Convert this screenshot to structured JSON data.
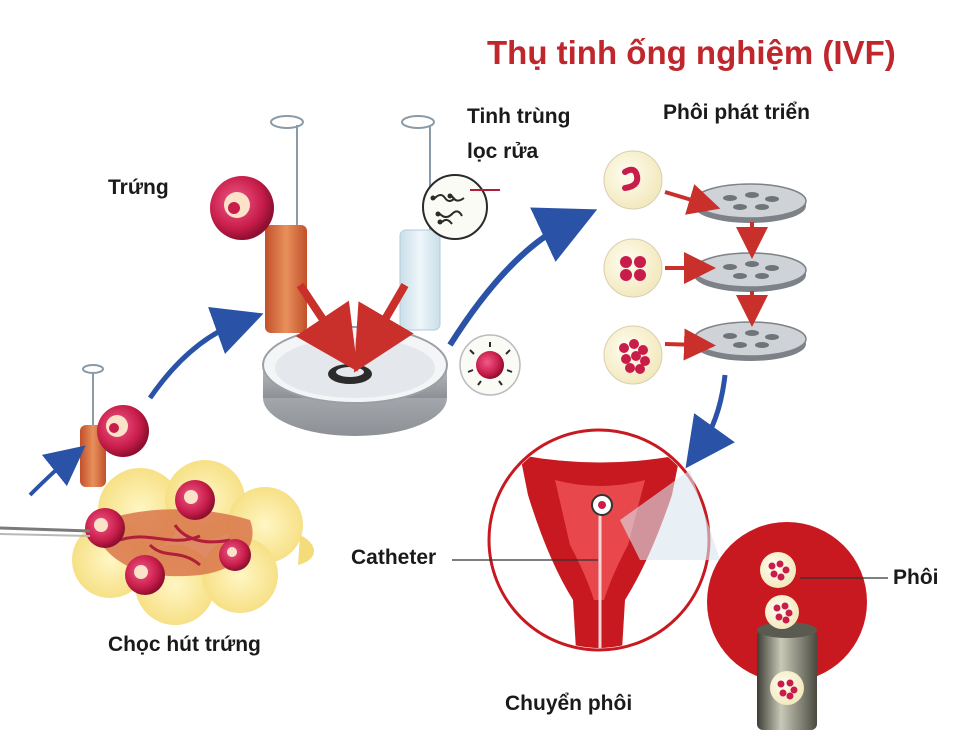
{
  "title": "Thụ tinh ống nghiệm (IVF)",
  "labels": {
    "egg": "Trứng",
    "sperm_line1": "Tinh trùng",
    "sperm_line2": "lọc rửa",
    "embryo_growth": "Phôi phát triển",
    "catheter": "Catheter",
    "embryo": "Phôi",
    "egg_retrieval": "Chọc hút trứng",
    "embryo_transfer": "Chuyển phôi"
  },
  "colors": {
    "title": "#c0272d",
    "arrow_blue": "#2a52a6",
    "arrow_red": "#c9302c",
    "egg_red": "#c81d4a",
    "uterus_red": "#c7191f"
  }
}
